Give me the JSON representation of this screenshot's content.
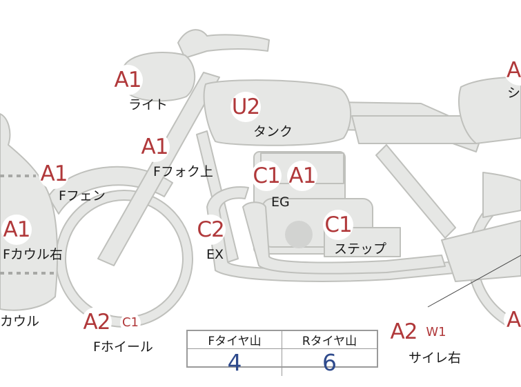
{
  "parts": [
    {
      "id": "light",
      "label": "ライト"
    },
    {
      "id": "tank",
      "label": "タンク"
    },
    {
      "id": "front-fork-upper",
      "label": "Fフォク上"
    },
    {
      "id": "front-fender",
      "label": "Fフェン"
    },
    {
      "id": "engine",
      "label": "EG"
    },
    {
      "id": "exhaust",
      "label": "EX"
    },
    {
      "id": "step",
      "label": "ステップ"
    },
    {
      "id": "front-cowl-right",
      "label": "Fカウル右"
    },
    {
      "id": "cowl",
      "label": "カウル"
    },
    {
      "id": "front-wheel",
      "label": "Fホイール"
    },
    {
      "id": "silencer-right",
      "label": "サイレ右"
    },
    {
      "id": "seat",
      "label": "シ"
    }
  ],
  "codes": [
    {
      "part": "light",
      "value": "A1"
    },
    {
      "part": "tank",
      "value": "U2"
    },
    {
      "part": "front-fork-upper",
      "value": "A1"
    },
    {
      "part": "front-fender",
      "value": "A1"
    },
    {
      "part": "engine",
      "value": "C1"
    },
    {
      "part": "engine",
      "value": "A1"
    },
    {
      "part": "exhaust",
      "value": "C2"
    },
    {
      "part": "step",
      "value": "C1"
    },
    {
      "part": "front-cowl-right",
      "value": "A1"
    },
    {
      "part": "front-wheel",
      "value": "A2"
    },
    {
      "part": "front-wheel",
      "value": "C1"
    },
    {
      "part": "silencer-right",
      "value": "A2"
    },
    {
      "part": "silencer-right",
      "value": "W1"
    },
    {
      "part": "seat",
      "value": "A"
    },
    {
      "part": "rear-right",
      "value": "A"
    }
  ],
  "tire_table": {
    "front_header": "Fタイヤ山",
    "rear_header": "Rタイヤ山",
    "front_value": "4",
    "rear_value": "6"
  },
  "colors": {
    "body_fill": "#e6e7e5",
    "body_stroke": "#bfc0bc",
    "code_text": "#b0383a",
    "table_value": "#2e4a8c"
  }
}
